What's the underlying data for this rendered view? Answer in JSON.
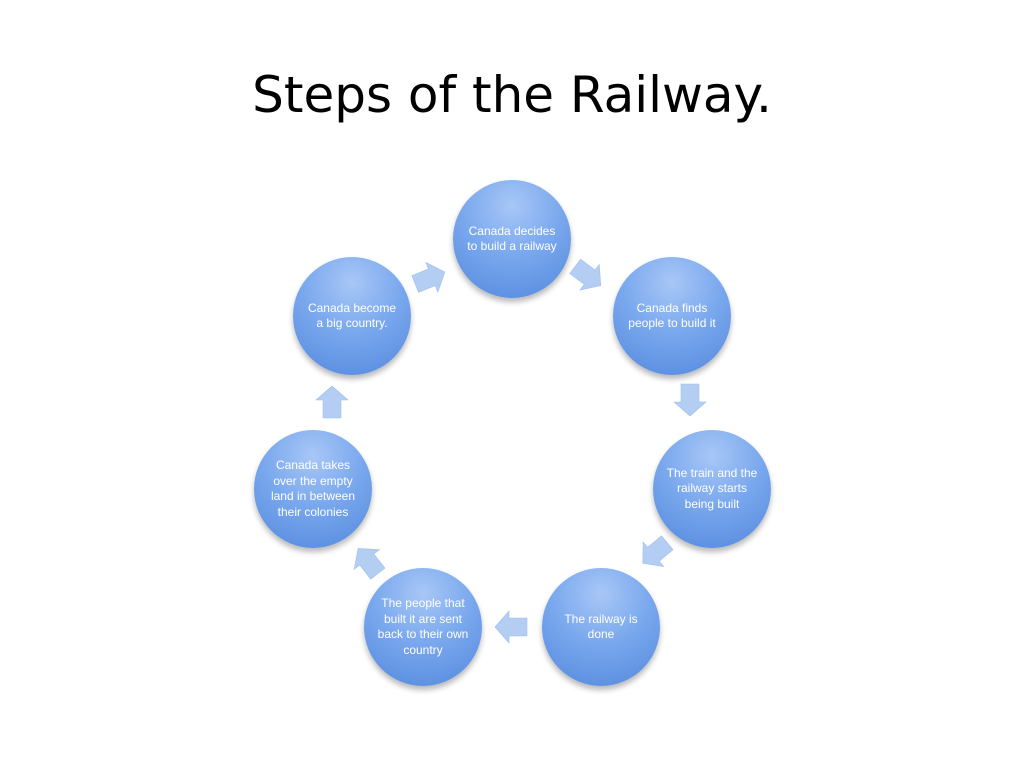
{
  "slide": {
    "title": "Steps of the Railway."
  },
  "cycle": {
    "nodes": [
      "Canada decides to build a railway",
      "Canada finds people to build it",
      "The train and the railway starts being built",
      "The railway is done",
      "The people that built it are sent back to their own country",
      "Canada takes over the empty land in between their colonies",
      "Canada become a big country."
    ]
  },
  "colors": {
    "node_fill": "#6f9de9",
    "arrow_fill": "#b3cdf3",
    "title_text": "#000000"
  }
}
